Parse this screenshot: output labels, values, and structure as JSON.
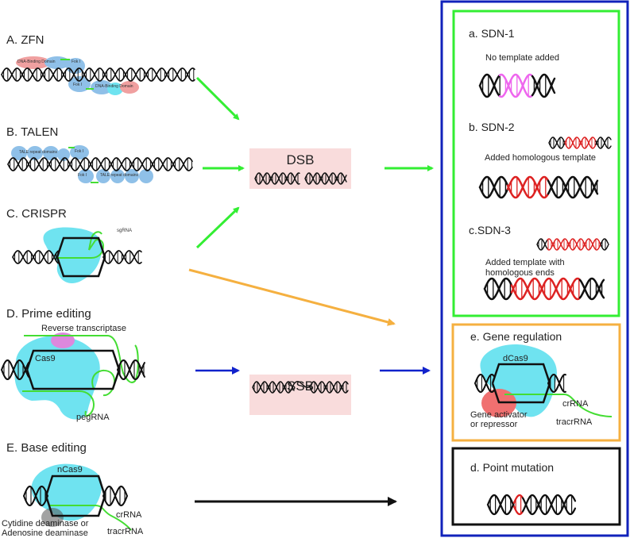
{
  "colors": {
    "dna": "#111111",
    "edit_pink": "#ee66ee",
    "edit_red": "#dd2222",
    "protein_blue": "#8fc0e8",
    "cas_cyan": "#6fe3f0",
    "rna_green": "#44dd33",
    "arrow_green": "#33ee33",
    "arrow_orange": "#f5b040",
    "arrow_blue": "#1122cc",
    "box_blue": "#1122bb",
    "box_green": "#33ee33",
    "box_orange": "#f5b040",
    "break_box": "#f9dcdc",
    "domain_red": "#f0a0a0",
    "activator_red": "#f07070",
    "rt_magenta": "#dd88dd"
  },
  "left": {
    "zfn": {
      "title": "A. ZFN",
      "domain_label_top": "DNA-Binding Domain",
      "fok_top": "Fok I",
      "fok_bottom": "Fok I",
      "domain_label_bottom": "DNA-Binding Domain"
    },
    "talen": {
      "title": "B. TALEN",
      "repeat_label_top": "TALE repeat domains",
      "fok_top": "Fok I",
      "fok_bottom": "Fok I",
      "repeat_label_bottom": "TALE repeat domains"
    },
    "crispr": {
      "title": "C. CRISPR",
      "sgrna": "sgRNA"
    },
    "prime": {
      "title": "D. Prime editing",
      "rt": "Reverse transcriptase",
      "cas9": "Cas9",
      "pegrna": "pegRNA"
    },
    "base": {
      "title": "E. Base editing",
      "ncas9": "nCas9",
      "deaminase_1": "Cytidine deaminase or",
      "deaminase_2": "Adenosine deaminase",
      "crrna": "crRNA",
      "tracrrna": "tracrRNA"
    }
  },
  "middle": {
    "dsb": "DSB",
    "ssb": "SSB"
  },
  "right": {
    "sdn1": {
      "title": "a. SDN-1",
      "note": "No template added"
    },
    "sdn2": {
      "title": "b. SDN-2",
      "note": "Added homologous template"
    },
    "sdn3": {
      "title": "c.SDN-3",
      "note_1": "Added template with",
      "note_2": "homologous ends"
    },
    "gene_reg": {
      "title": "e. Gene regulation",
      "dcas9": "dCas9",
      "activator_1": "Gene activator",
      "activator_2": "or repressor",
      "crrna": "crRNA",
      "tracrrna": "tracrRNA"
    },
    "point": {
      "title": "d. Point mutation"
    }
  }
}
